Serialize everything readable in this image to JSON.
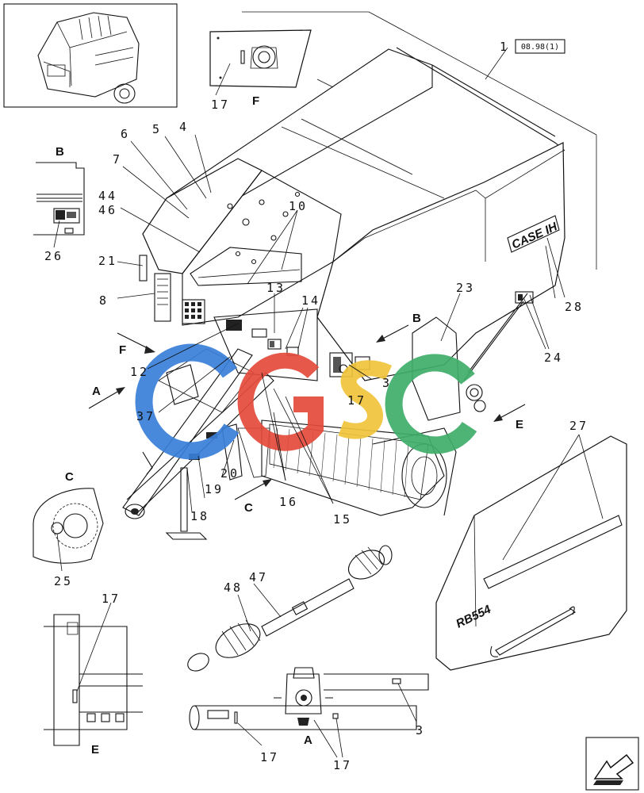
{
  "reference_box": "08.98(1)",
  "brand_text": "CASE IH",
  "model_text": "RB554",
  "watermark": {
    "text": "cgsc",
    "colors": [
      "#3a7fd9",
      "#e34a3b",
      "#f0c43a",
      "#3fae6a"
    ]
  },
  "view_labels": {
    "A_arrow": "A",
    "B_arrow": "B",
    "C_arrow": "C",
    "E_arrow": "E",
    "F_arrow": "F",
    "B_detail": "B",
    "C_detail": "C",
    "E_detail": "E",
    "F_detail": "F",
    "A_detail": "A"
  },
  "callouts": {
    "n1": "1",
    "n3a": "3",
    "n3b": "3",
    "n4": "4",
    "n5": "5",
    "n6": "6",
    "n7": "7",
    "n8": "8",
    "n10": "10",
    "n12": "12",
    "n13": "13",
    "n14": "14",
    "n15": "15",
    "n16": "16",
    "n17a": "17",
    "n17b": "17",
    "n17c": "17",
    "n17d": "17",
    "n17e": "17",
    "n18": "18",
    "n19": "19",
    "n20": "20",
    "n21": "21",
    "n23": "23",
    "n24": "24",
    "n25": "25",
    "n26": "26",
    "n27": "27",
    "n28": "28",
    "n37": "37",
    "n44": "44",
    "n46": "46",
    "n47": "47",
    "n48": "48"
  },
  "icons": {
    "nav": "back-arrow-icon"
  }
}
